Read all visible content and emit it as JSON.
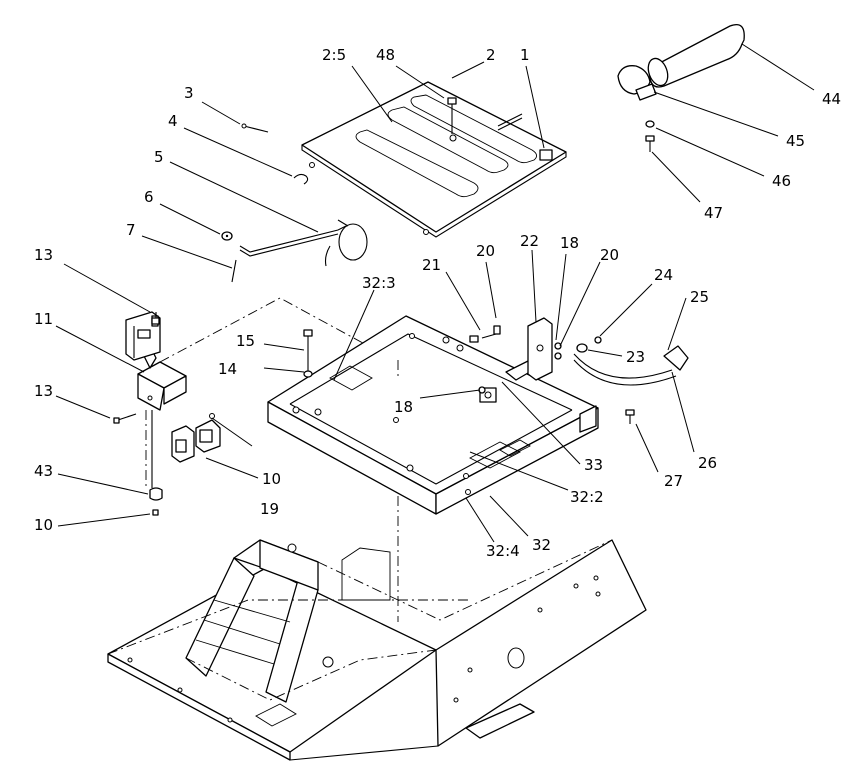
{
  "diagram": {
    "callouts": [
      {
        "id": "c-2-5",
        "text": "2:5"
      },
      {
        "id": "c-48",
        "text": "48"
      },
      {
        "id": "c-2",
        "text": "2"
      },
      {
        "id": "c-1",
        "text": "1"
      },
      {
        "id": "c-3",
        "text": "3"
      },
      {
        "id": "c-4",
        "text": "4"
      },
      {
        "id": "c-5",
        "text": "5"
      },
      {
        "id": "c-6",
        "text": "6"
      },
      {
        "id": "c-7",
        "text": "7"
      },
      {
        "id": "c-13a",
        "text": "13"
      },
      {
        "id": "c-11",
        "text": "11"
      },
      {
        "id": "c-13b",
        "text": "13"
      },
      {
        "id": "c-43",
        "text": "43"
      },
      {
        "id": "c-10a",
        "text": "10"
      },
      {
        "id": "c-10b",
        "text": "10"
      },
      {
        "id": "c-19",
        "text": "19"
      },
      {
        "id": "c-15",
        "text": "15"
      },
      {
        "id": "c-14",
        "text": "14"
      },
      {
        "id": "c-32-3",
        "text": "32:3"
      },
      {
        "id": "c-21",
        "text": "21"
      },
      {
        "id": "c-20a",
        "text": "20"
      },
      {
        "id": "c-22",
        "text": "22"
      },
      {
        "id": "c-18a",
        "text": "18"
      },
      {
        "id": "c-20b",
        "text": "20"
      },
      {
        "id": "c-24",
        "text": "24"
      },
      {
        "id": "c-25",
        "text": "25"
      },
      {
        "id": "c-23",
        "text": "23"
      },
      {
        "id": "c-18b",
        "text": "18"
      },
      {
        "id": "c-33",
        "text": "33"
      },
      {
        "id": "c-27",
        "text": "27"
      },
      {
        "id": "c-26",
        "text": "26"
      },
      {
        "id": "c-32-2",
        "text": "32:2"
      },
      {
        "id": "c-32",
        "text": "32"
      },
      {
        "id": "c-32-4",
        "text": "32:4"
      },
      {
        "id": "c-44",
        "text": "44"
      },
      {
        "id": "c-45",
        "text": "45"
      },
      {
        "id": "c-46",
        "text": "46"
      },
      {
        "id": "c-47",
        "text": "47"
      }
    ]
  }
}
